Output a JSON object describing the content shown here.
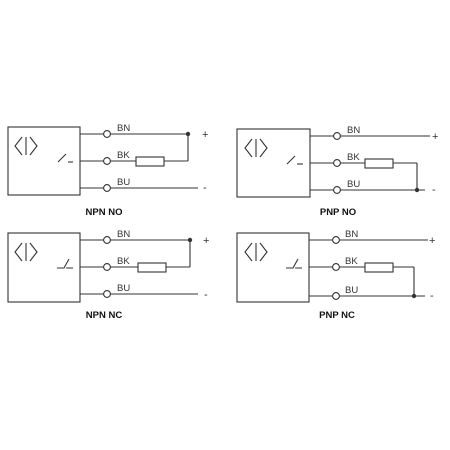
{
  "diagrams": [
    {
      "title": "NPN NO",
      "wires": [
        "BN",
        "BK",
        "BU"
      ],
      "plus": "+",
      "minus": "-"
    },
    {
      "title": "PNP NO",
      "wires": [
        "BN",
        "BK",
        "BU"
      ],
      "plus": "+",
      "minus": "-"
    },
    {
      "title": "NPN NC",
      "wires": [
        "BN",
        "BK",
        "BU"
      ],
      "plus": "+",
      "minus": "-"
    },
    {
      "title": "PNP NC",
      "wires": [
        "BN",
        "BK",
        "BU"
      ],
      "plus": "+",
      "minus": "-"
    }
  ]
}
